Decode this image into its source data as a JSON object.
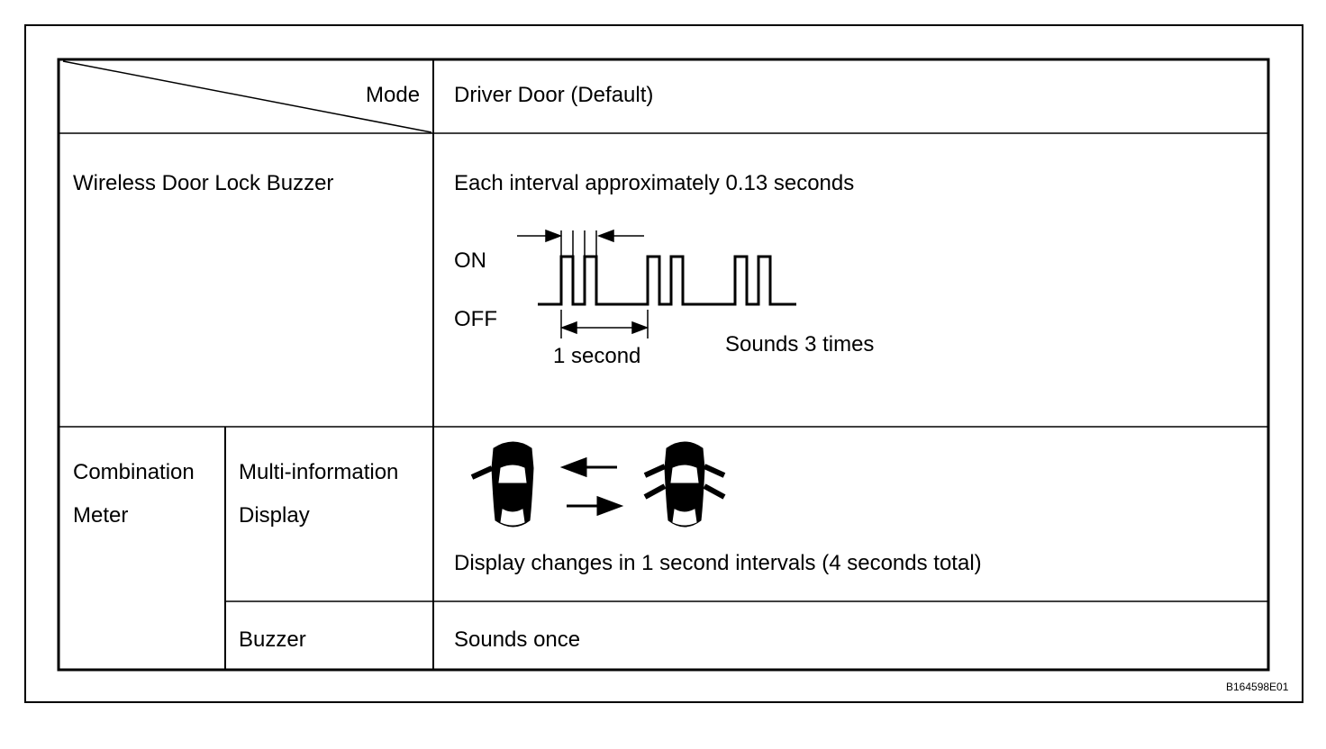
{
  "table": {
    "header": {
      "mode_label": "Mode",
      "mode_value": "Driver Door (Default)"
    },
    "wireless": {
      "label": "Wireless Door Lock Buzzer",
      "interval_text": "Each interval approximately 0.13 seconds",
      "on_label": "ON",
      "off_label": "OFF",
      "period_label": "1 second",
      "sounds_label": "Sounds 3 times"
    },
    "meter": {
      "label_line1": "Combination",
      "label_line2": "Meter",
      "mid": {
        "label_line1": "Multi-information",
        "label_line2": "Display",
        "caption": "Display changes in 1 second intervals (4 seconds total)"
      },
      "buzzer": {
        "label": "Buzzer",
        "value": "Sounds once"
      }
    }
  },
  "figure_code": "B164598E01"
}
